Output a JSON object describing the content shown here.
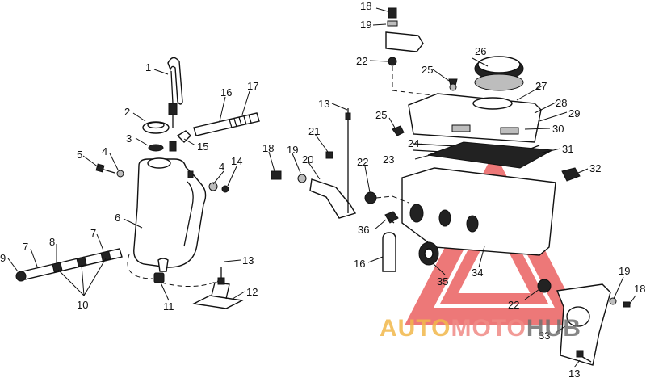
{
  "watermark": {
    "part1": "AUTO",
    "part2": "MOTO",
    "part3": "HUB",
    "color_auto": "#f2b84b",
    "color_moto": "#f08a86",
    "color_hub": "#707070",
    "logo_color": "#e84b4b"
  },
  "callouts": [
    {
      "id": "c1",
      "text": "1"
    },
    {
      "id": "c2",
      "text": "2"
    },
    {
      "id": "c3",
      "text": "3"
    },
    {
      "id": "c4a",
      "text": "4"
    },
    {
      "id": "c4b",
      "text": "4"
    },
    {
      "id": "c5",
      "text": "5"
    },
    {
      "id": "c6",
      "text": "6"
    },
    {
      "id": "c7a",
      "text": "7"
    },
    {
      "id": "c7b",
      "text": "7"
    },
    {
      "id": "c8",
      "text": "8"
    },
    {
      "id": "c9",
      "text": "9"
    },
    {
      "id": "c10",
      "text": "10"
    },
    {
      "id": "c11",
      "text": "11"
    },
    {
      "id": "c12",
      "text": "12"
    },
    {
      "id": "c13a",
      "text": "13"
    },
    {
      "id": "c14",
      "text": "14"
    },
    {
      "id": "c15",
      "text": "15"
    },
    {
      "id": "c16a",
      "text": "16"
    },
    {
      "id": "c17",
      "text": "17"
    },
    {
      "id": "c18a",
      "text": "18"
    },
    {
      "id": "c19a",
      "text": "19"
    },
    {
      "id": "c20",
      "text": "20"
    },
    {
      "id": "c21",
      "text": "21"
    },
    {
      "id": "c22a",
      "text": "22"
    },
    {
      "id": "c18b",
      "text": "18"
    },
    {
      "id": "c19b",
      "text": "19"
    },
    {
      "id": "c22b",
      "text": "22"
    },
    {
      "id": "c13b",
      "text": "13"
    },
    {
      "id": "c25a",
      "text": "25"
    },
    {
      "id": "c25b",
      "text": "25"
    },
    {
      "id": "c26",
      "text": "26"
    },
    {
      "id": "c27",
      "text": "27"
    },
    {
      "id": "c28",
      "text": "28"
    },
    {
      "id": "c29",
      "text": "29"
    },
    {
      "id": "c30",
      "text": "30"
    },
    {
      "id": "c24",
      "text": "24"
    },
    {
      "id": "c23",
      "text": "23"
    },
    {
      "id": "c31",
      "text": "31"
    },
    {
      "id": "c32",
      "text": "32"
    },
    {
      "id": "c36",
      "text": "36"
    },
    {
      "id": "c16b",
      "text": "16"
    },
    {
      "id": "c35",
      "text": "35"
    },
    {
      "id": "c34",
      "text": "34"
    },
    {
      "id": "c22c",
      "text": "22"
    },
    {
      "id": "c19c",
      "text": "19"
    },
    {
      "id": "c18c",
      "text": "18"
    },
    {
      "id": "c33",
      "text": "33"
    },
    {
      "id": "c13c",
      "text": "13"
    }
  ]
}
